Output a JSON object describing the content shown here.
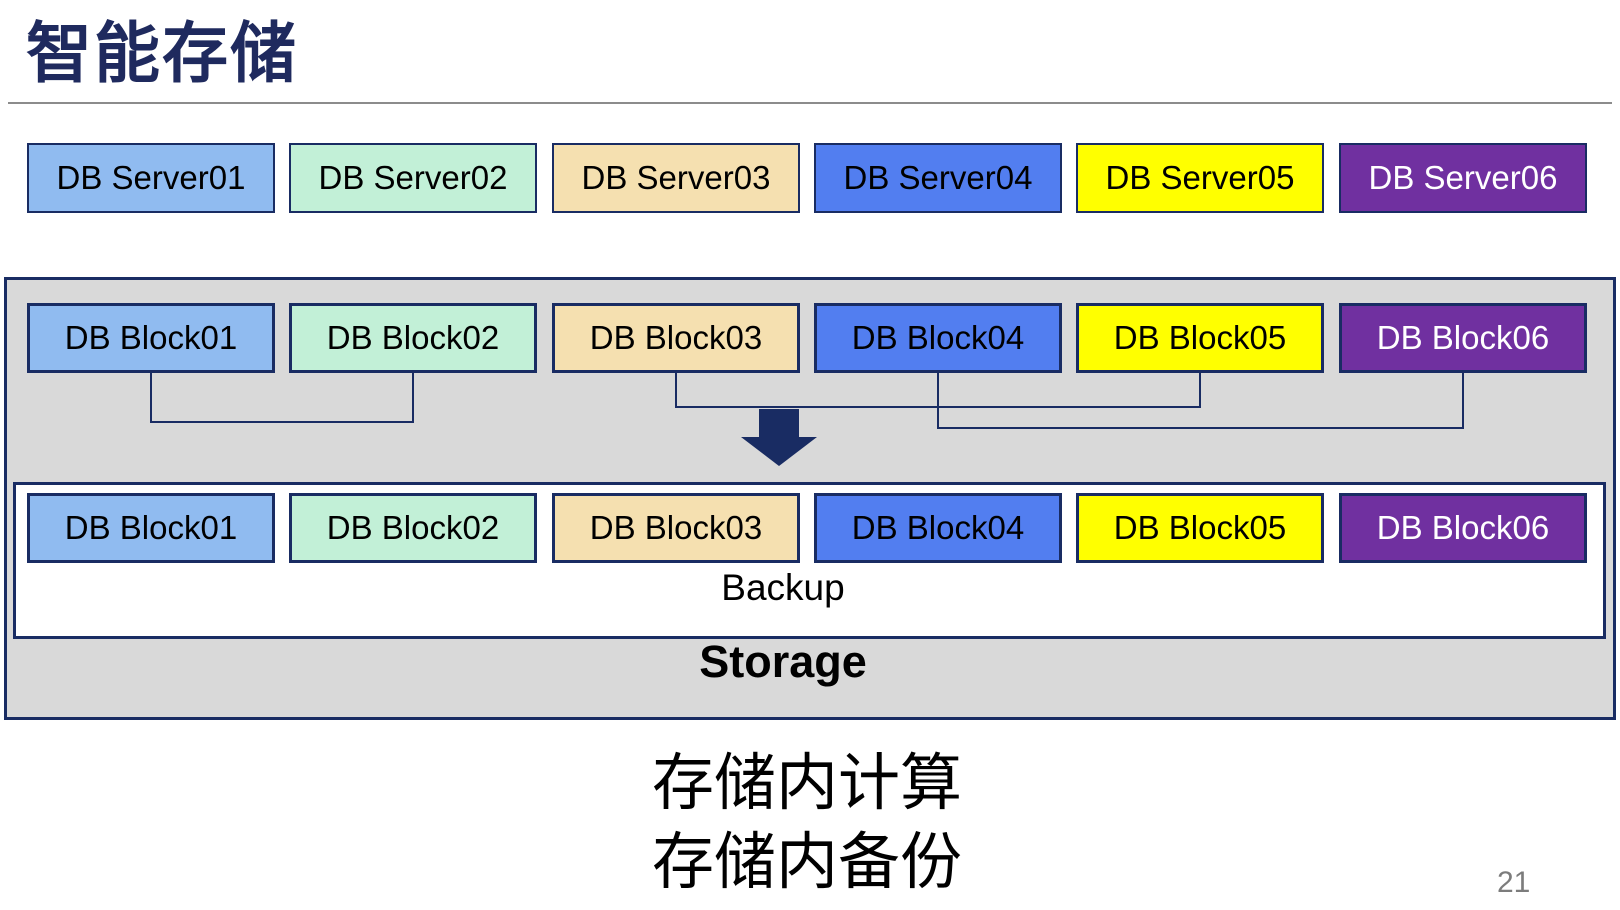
{
  "slide": {
    "title": "智能存储",
    "page_number": "21",
    "captions": [
      "存储内计算",
      "存储内备份"
    ]
  },
  "colors": {
    "navy": "#192C63",
    "title-color": "#1F2A5E",
    "container-fill": "#D9D9D9",
    "rule-color": "#8C8C8C",
    "pagenum-color": "#7C7C7C"
  },
  "palette": [
    {
      "name": "light-blue",
      "fill": "#90BBF0",
      "text": "#000000"
    },
    {
      "name": "mint-green",
      "fill": "#C2F0D7",
      "text": "#000000"
    },
    {
      "name": "wheat",
      "fill": "#F5E0B0",
      "text": "#000000"
    },
    {
      "name": "royal-blue",
      "fill": "#527EF0",
      "text": "#000000"
    },
    {
      "name": "yellow",
      "fill": "#FFFF00",
      "text": "#000000"
    },
    {
      "name": "purple",
      "fill": "#7030A0",
      "text": "#FFFFFF"
    }
  ],
  "server_row": [
    "DB Server01",
    "DB Server02",
    "DB Server03",
    "DB Server04",
    "DB Server05",
    "DB Server06"
  ],
  "block_row_top": [
    "DB Block01",
    "DB Block02",
    "DB Block03",
    "DB Block04",
    "DB Block05",
    "DB Block06"
  ],
  "block_row_bottom": [
    "DB Block01",
    "DB Block02",
    "DB Block03",
    "DB Block04",
    "DB Block05",
    "DB Block06"
  ],
  "storage_box": {
    "backup_label": "Backup",
    "storage_label": "Storage"
  }
}
